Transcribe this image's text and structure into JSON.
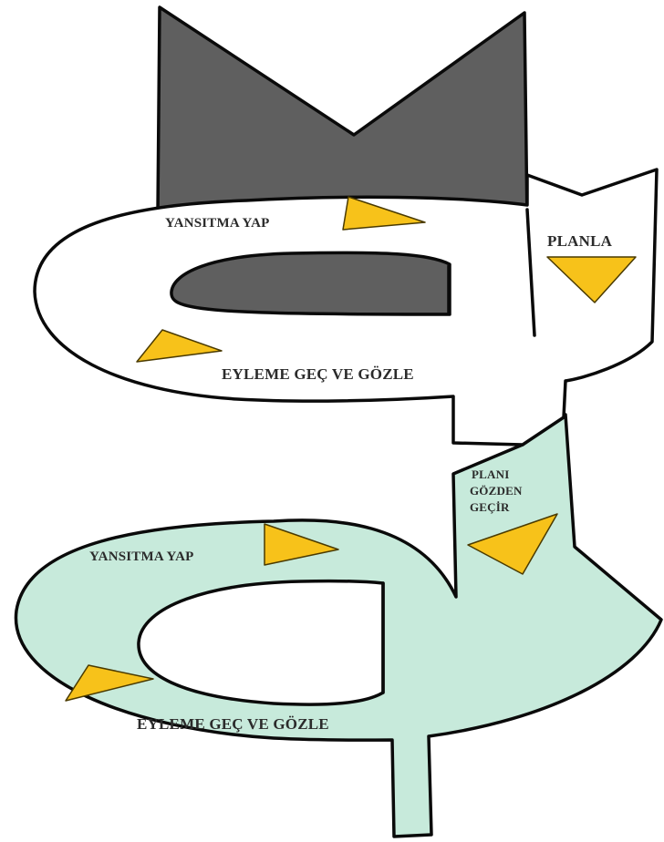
{
  "colors": {
    "dark_background": "#5f5f5f",
    "upper_cycle_fill": "#ffffff",
    "lower_cycle_fill": "#c7eadb",
    "arrow_fill": "#f7c21a",
    "outline": "#0a0a0a",
    "label_text": "#2b2b2b"
  },
  "upper_cycle": {
    "reflect_label": "YANSITMA YAP",
    "plan_label": "PLANLA",
    "act_label": "EYLEME GEÇ VE GÖZLE"
  },
  "lower_cycle": {
    "revise_label_line1": "PLANI",
    "revise_label_line2": "GÖZDEN",
    "revise_label_line3": "GEÇİR",
    "reflect_label": "YANSITMA YAP",
    "act_label": "EYLEME GEÇ VE GÖZLE"
  }
}
